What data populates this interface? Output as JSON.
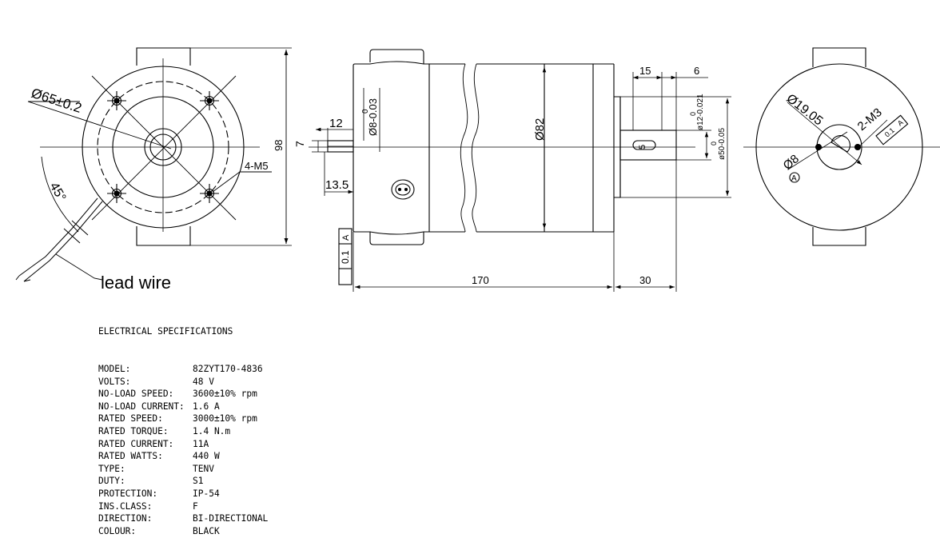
{
  "front_view": {
    "diameter_label": "Ø65±0.2",
    "height_label": "98",
    "angle_label": "45°",
    "screw_label": "4-M5",
    "lead_wire_label": "lead wire"
  },
  "side_view": {
    "shaft_step_label": "12",
    "shaft_dia_tol_upper": "0",
    "shaft_dia_label": "Ø8-0.03",
    "key_width_label": "7",
    "shaft_len_label": "13.5",
    "body_dia_label": "Ø82",
    "output_len_a": "15",
    "output_len_b": "6",
    "output_dia_tol_upper": "0",
    "output_dia_label": "ø12-0.021",
    "pilot_dia_tol_upper": "0",
    "pilot_dia_label": "ø50-0.05",
    "key_label": "5",
    "body_len_label": "170",
    "shaft_ext_label": "30",
    "tolerance_value": "0.1",
    "tolerance_datum": "A"
  },
  "right_view": {
    "pcd_label": "Ø19.05",
    "hole_label": "2-M3",
    "hole_tol_value": "0.1",
    "hole_tol_datum": "A",
    "boss_label": "Ø8",
    "datum_label": "A"
  },
  "specs": {
    "heading": "ELECTRICAL SPECIFICATIONS",
    "rows": [
      {
        "label": "MODEL:",
        "value": "82ZYT170-4836"
      },
      {
        "label": "VOLTS:",
        "value": "48 V"
      },
      {
        "label": "NO-LOAD SPEED:",
        "value": "3600±10% rpm"
      },
      {
        "label": "NO-LOAD CURRENT:",
        "value": "1.6 A"
      },
      {
        "label": "RATED SPEED:",
        "value": "3000±10% rpm"
      },
      {
        "label": "RATED TORQUE:",
        "value": "1.4 N.m"
      },
      {
        "label": "RATED CURRENT:",
        "value": "11A"
      },
      {
        "label": "RATED WATTS:",
        "value": "440 W"
      },
      {
        "label": "TYPE:",
        "value": "TENV"
      },
      {
        "label": "DUTY:",
        "value": "S1"
      },
      {
        "label": "PROTECTION:",
        "value": "IP-54"
      },
      {
        "label": "INS.CLASS:",
        "value": "F"
      },
      {
        "label": "DIRECTION:",
        "value": "BI-DIRECTIONAL"
      },
      {
        "label": "COLOUR:",
        "value": "BLACK"
      }
    ]
  }
}
